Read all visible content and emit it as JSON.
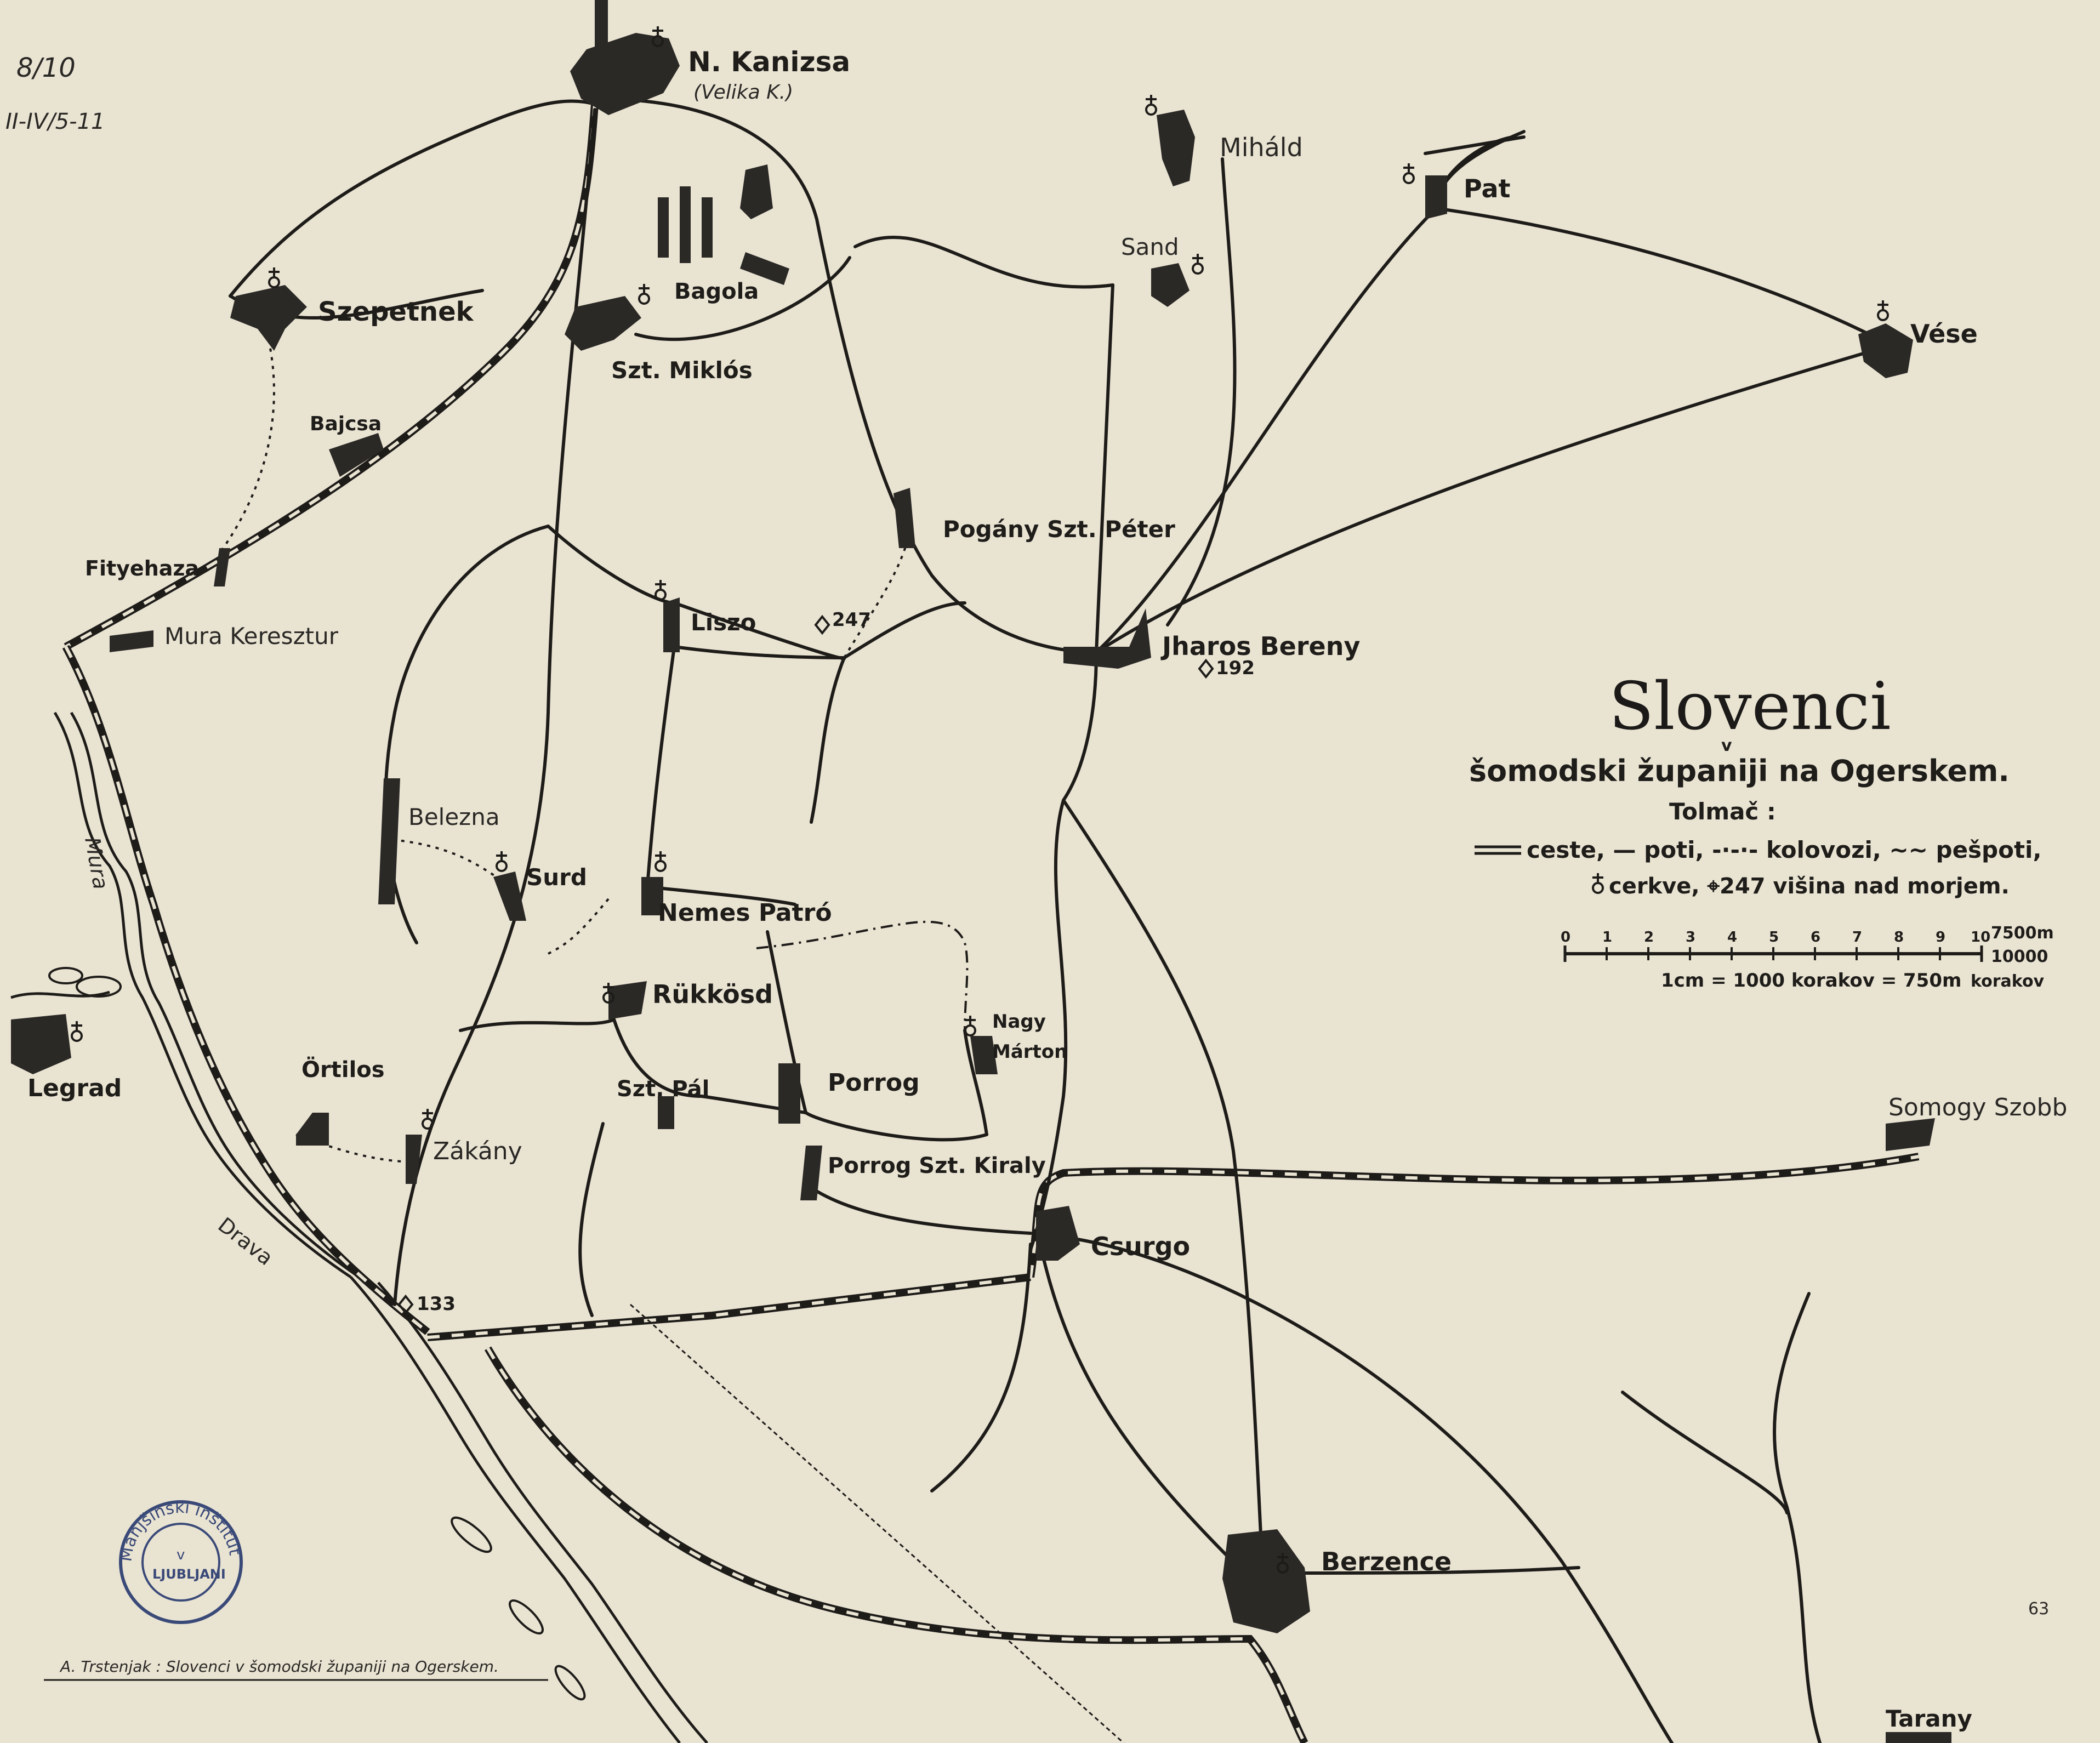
{
  "margin_notes": {
    "ref_top": "8/10",
    "ref_second": "II-IV/5-11",
    "page_number": "63"
  },
  "title": {
    "main": "Slovenci",
    "v": "v",
    "subtitle": "šomodski županiji na Ogerskem."
  },
  "legend": {
    "heading": "Tolmač :",
    "line1": "ceste, — poti, -·-·- kolovozi, ~~ pešpoti,",
    "line2": "cerkve, ⌖247 višina nad morjem."
  },
  "scale": {
    "ticks": [
      "0",
      "1",
      "2",
      "3",
      "4",
      "5",
      "6",
      "7",
      "8",
      "9",
      "10"
    ],
    "unit_top": "7500m",
    "unit_bottom": "10000",
    "caption": "1cm = 1000 korakov = 750m",
    "caption_right": "korakov"
  },
  "places": {
    "kanizsa": "N. Kanizsa",
    "kanizsa_alt": "(Velika K.)",
    "mihald": "Miháld",
    "pat": "Pat",
    "sand": "Sand",
    "vese": "Vése",
    "szepetnek": "Szepetnek",
    "bagola": "Bagola",
    "sztmiklos": "Szt. Miklós",
    "bajcsa": "Bajcsa",
    "fityehaza": "Fityehaza",
    "murakeresztur": "Mura Keresztur",
    "poganyszt": "Pogány Szt. Péter",
    "liszo": "Liszo",
    "jharosbereny": "Jharos Bereny",
    "belezna": "Belezna",
    "surd": "Surd",
    "nemespatro": "Nemes Patró",
    "rukkosd": "Rükkösd",
    "nagymarton_1": "Nagy",
    "nagymarton_2": "Márton",
    "ortilos": "Örtilos",
    "zakany": "Zákány",
    "sztpal": "Szt. Pál",
    "porrog": "Porrog",
    "porrogsztkiraly": "Porrog Szt. Kiraly",
    "csurgo": "Csurgo",
    "legrad": "Legrad",
    "berzence": "Berzence",
    "somogyszobb": "Somogy Szobb",
    "tarany": "Tarany"
  },
  "rivers": {
    "mura": "Mura",
    "drava": "Drava"
  },
  "heights": {
    "h247": "247",
    "h192": "192",
    "h133": "133"
  },
  "stamp": {
    "ring_top": "Manjšinski inštitut",
    "center_v": "v",
    "center_city": "LJUBLJANI"
  },
  "footer_caption": "A. Trstenjak : Slovenci v šomodski županiji na Ogerskem."
}
